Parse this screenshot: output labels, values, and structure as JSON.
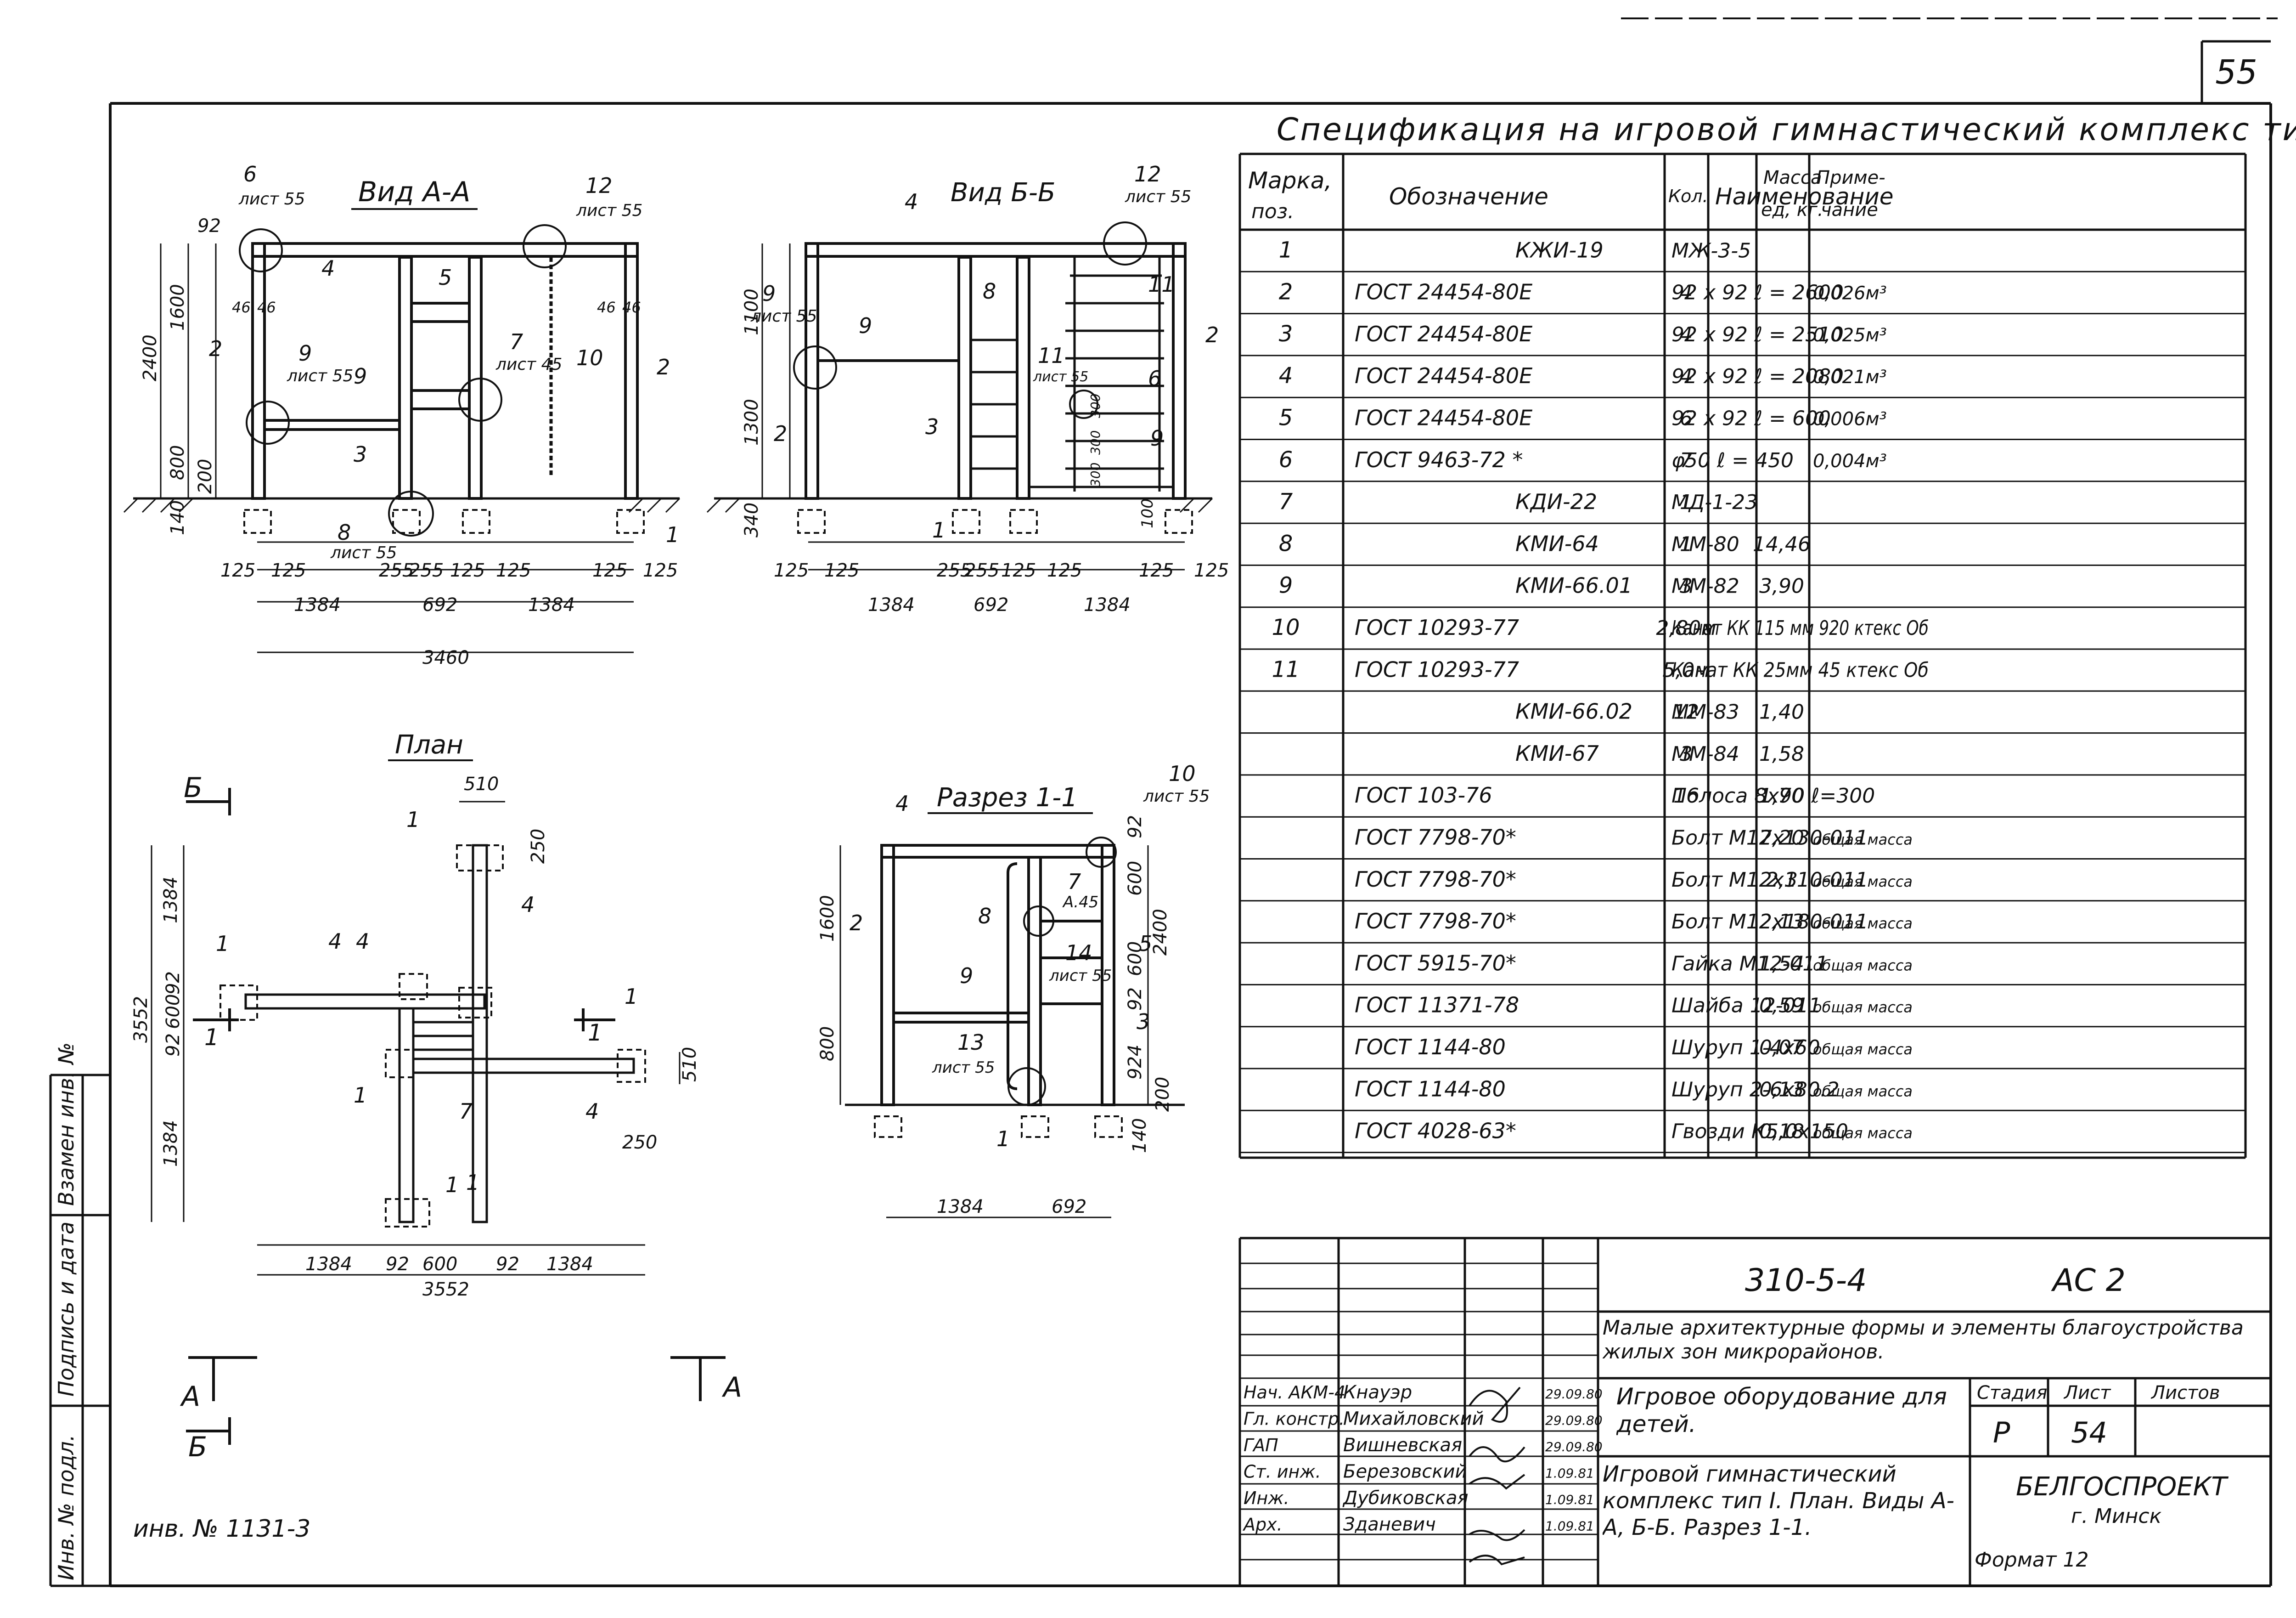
{
  "page_number": "55",
  "spec": {
    "title": "Спецификация на игровой гимнастический комплекс тип I",
    "headers": {
      "mark": [
        "Марка,",
        "поз."
      ],
      "designation": "Обозначение",
      "name": "Наименование",
      "qty": "Кол.",
      "mass": [
        "Масса",
        "ед, кг."
      ],
      "note": [
        "Приме-",
        "чание"
      ]
    },
    "rows": [
      {
        "mark": "1",
        "designation": "КЖИ-19",
        "name": "МЖ-3-5",
        "qty": "",
        "mass": "",
        "note": ""
      },
      {
        "mark": "2",
        "designation": "ГОСТ 24454-80Е",
        "name": "92 x 92   ℓ = 2600",
        "qty": "4",
        "mass": "",
        "note": "0,026м³"
      },
      {
        "mark": "3",
        "designation": "ГОСТ 24454-80Е",
        "name": "92 x 92   ℓ = 2510",
        "qty": "4",
        "mass": "",
        "note": "0,025м³"
      },
      {
        "mark": "4",
        "designation": "ГОСТ 24454-80Е",
        "name": "92 x 92   ℓ = 2080",
        "qty": "4",
        "mass": "",
        "note": "0,021м³"
      },
      {
        "mark": "5",
        "designation": "ГОСТ 24454-80Е",
        "name": "92 x 92   ℓ = 600",
        "qty": "6",
        "mass": "",
        "note": "0,006м³"
      },
      {
        "mark": "6",
        "designation": "ГОСТ 9463-72 *",
        "name": "φ50   ℓ = 450",
        "qty": "7",
        "mass": "",
        "note": "0,004м³"
      },
      {
        "mark": "7",
        "designation": "КДИ-22",
        "name": "МД-1-23",
        "qty": "1",
        "mass": "",
        "note": ""
      },
      {
        "mark": "8",
        "designation": "КМИ-64",
        "name": "ММ-80",
        "qty": "1",
        "mass": "14,46",
        "note": ""
      },
      {
        "mark": "9",
        "designation": "КМИ-66.01",
        "name": "ММ-82",
        "qty": "3",
        "mass": "3,90",
        "note": ""
      },
      {
        "mark": "10",
        "designation": "ГОСТ 10293-77",
        "name": "Канат КК 115 мм 920 ктекс Об",
        "qty": "2,80м",
        "mass": "",
        "note": ""
      },
      {
        "mark": "11",
        "designation": "ГОСТ 10293-77",
        "name": "Канат КК 25мм 45 ктекс Об",
        "qty": "5,0м",
        "mass": "",
        "note": ""
      },
      {
        "mark": "",
        "designation": "КМИ-66.02",
        "name": "ММ-83",
        "qty": "12",
        "mass": "1,40",
        "note": ""
      },
      {
        "mark": "",
        "designation": "КМИ-67",
        "name": "ММ-84",
        "qty": "3",
        "mass": "1,58",
        "note": ""
      },
      {
        "mark": "",
        "designation": "ГОСТ 103-76",
        "name": "Полоса 8х90 ℓ=300",
        "qty": "16",
        "mass": "1,70",
        "note": ""
      },
      {
        "mark": "",
        "designation": "ГОСТ 7798-70*",
        "name": "Болт М12х130-011",
        "qty": "",
        "mass": "7,20",
        "note": "общая масса"
      },
      {
        "mark": "",
        "designation": "ГОСТ 7798-70*",
        "name": "Болт М12х110-011",
        "qty": "",
        "mass": "2,3",
        "note": "общая масса"
      },
      {
        "mark": "",
        "designation": "ГОСТ 7798-70*",
        "name": "Болт М12х180-011",
        "qty": "",
        "mass": "2,13",
        "note": "общая масса"
      },
      {
        "mark": "",
        "designation": "ГОСТ 5915-70*",
        "name": "Гайка М12-011",
        "qty": "",
        "mass": "1,54",
        "note": "общая масса"
      },
      {
        "mark": "",
        "designation": "ГОСТ 11371-78",
        "name": "Шайба 12-011",
        "qty": "",
        "mass": "0,59",
        "note": "общая масса"
      },
      {
        "mark": "",
        "designation": "ГОСТ 1144-80",
        "name": "Шуруп 1-4х60",
        "qty": "",
        "mass": "0,07",
        "note": "общая масса"
      },
      {
        "mark": "",
        "designation": "ГОСТ 1144-80",
        "name": "Шуруп 2-6х80.2",
        "qty": "",
        "mass": "0,13",
        "note": "общая масса"
      },
      {
        "mark": "",
        "designation": "ГОСТ 4028-63*",
        "name": "Гвозди К5,0х150",
        "qty": "",
        "mass": "0,18",
        "note": "общая масса"
      }
    ]
  },
  "views": {
    "view_a": {
      "title": "Вид А-А",
      "leaders": [
        "6",
        "лист 55",
        "12",
        "лист 55",
        "4",
        "5",
        "2",
        "9",
        "лист 55",
        "9",
        "7",
        "лист 45",
        "10",
        "2",
        "3",
        "8",
        "лист 55",
        "1"
      ],
      "dims_v": [
        "92",
        "2400",
        "1600",
        "800",
        "200",
        "140"
      ],
      "dims_misc": [
        "46",
        "46",
        "46",
        "46"
      ],
      "dims_h": [
        "125",
        "125",
        "255",
        "255",
        "125",
        "125",
        "125",
        "125",
        "1384",
        "692",
        "1384",
        "3460"
      ]
    },
    "view_b": {
      "title": "Вид Б-Б",
      "leaders": [
        "4",
        "12",
        "лист 55",
        "9",
        "лист 55",
        "9",
        "8",
        "11",
        "лист 55",
        "11",
        "2",
        "2",
        "6",
        "3",
        "9",
        "1"
      ],
      "dims_v": [
        "1100",
        "1300",
        "340",
        "300",
        "300",
        "300",
        "100"
      ],
      "dims_h": [
        "125",
        "125",
        "255",
        "255",
        "125",
        "125",
        "125",
        "125",
        "1384",
        "692",
        "1384"
      ]
    },
    "plan": {
      "title": "План",
      "section_b": "Б",
      "section_a": "А",
      "section_1": "1",
      "leaders": [
        "1",
        "4",
        "1",
        "4",
        "4",
        "1",
        "1",
        "7",
        "1",
        "4",
        "1"
      ],
      "dims_v": [
        "1384",
        "3552",
        "600",
        "92",
        "92",
        "1384",
        "250",
        "510",
        "250"
      ],
      "dims_top": "510",
      "dims_h": [
        "1384",
        "92",
        "600",
        "92",
        "1384",
        "3552"
      ]
    },
    "section_1_1": {
      "title": "Разрез 1-1",
      "leaders": [
        "4",
        "10",
        "лист 55",
        "2",
        "8",
        "7",
        "А.45",
        "14",
        "лист 55",
        "5",
        "9",
        "3",
        "13",
        "лист 55",
        "1"
      ],
      "dims_v": [
        "1600",
        "800",
        "600",
        "92",
        "2400",
        "600",
        "92",
        "924",
        "200",
        "140"
      ],
      "dims_h": [
        "1384",
        "692"
      ]
    }
  },
  "title_block": {
    "code": "310-5-4",
    "sheet_code": "АС 2",
    "project": "Малые архитектурные формы и элементы благоустройства жилых зон микрорайонов.",
    "section": "Игровое оборудование для детей.",
    "drawing": "Игровой гимнастический комплекс тип I. План. Виды А-А, Б-Б. Разрез 1-1.",
    "stage_label": "Стадия",
    "sheet_label": "Лист",
    "sheets_label": "Листов",
    "stage": "Р",
    "sheet": "54",
    "org": "БЕЛГОСПРОЕКТ",
    "city": "г. Минск",
    "format": "Формат 12",
    "signers": [
      {
        "role": "Нач. АКМ-4",
        "name": "Кнауэр",
        "date": "29.09.80"
      },
      {
        "role": "Гл. констр.",
        "name": "Михайловский",
        "date": "29.09.80"
      },
      {
        "role": "ГАП",
        "name": "Вишневская",
        "date": "29.09.80"
      },
      {
        "role": "Ст. инж.",
        "name": "Березовский",
        "date": "1.09.81"
      },
      {
        "role": "Инж.",
        "name": "Дубиковская",
        "date": "1.09.81"
      },
      {
        "role": "Арх.",
        "name": "Зданевич",
        "date": "1.09.81"
      }
    ]
  },
  "margin": {
    "inv_podl": "Инв. № подл.",
    "sign_date": "Подпись и дата",
    "vzamen": "Взамен инв. №",
    "inv_no": "инв. № 1131-3"
  }
}
